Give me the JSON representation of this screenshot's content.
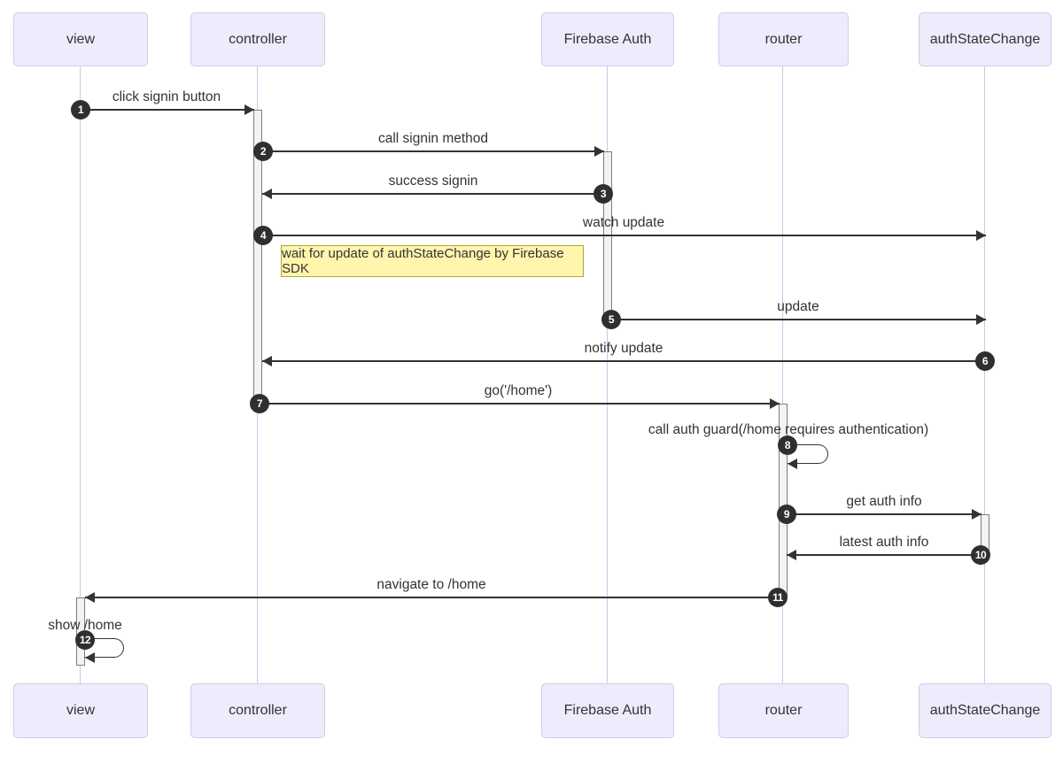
{
  "diagram_type": "sequence-diagram",
  "participants": [
    {
      "name": "view"
    },
    {
      "name": "controller"
    },
    {
      "name": "Firebase Auth"
    },
    {
      "name": "router"
    },
    {
      "name": "authStateChange"
    }
  ],
  "messages": [
    {
      "num": "1",
      "label": "click signin button",
      "from": "view",
      "to": "controller",
      "self": false
    },
    {
      "num": "2",
      "label": "call signin method",
      "from": "controller",
      "to": "Firebase Auth",
      "self": false
    },
    {
      "num": "3",
      "label": "success signin",
      "from": "Firebase Auth",
      "to": "controller",
      "self": false
    },
    {
      "num": "4",
      "label": "watch update",
      "from": "controller",
      "to": "authStateChange",
      "self": false
    },
    {
      "num": "5",
      "label": "update",
      "from": "Firebase Auth",
      "to": "authStateChange",
      "self": false
    },
    {
      "num": "6",
      "label": "notify update",
      "from": "authStateChange",
      "to": "controller",
      "self": false
    },
    {
      "num": "7",
      "label": "go('/home')",
      "from": "controller",
      "to": "router",
      "self": false
    },
    {
      "num": "8",
      "label": "call auth guard(/home requires authentication)",
      "from": "router",
      "to": "router",
      "self": true
    },
    {
      "num": "9",
      "label": "get auth info",
      "from": "router",
      "to": "authStateChange",
      "self": false
    },
    {
      "num": "10",
      "label": "latest auth info",
      "from": "authStateChange",
      "to": "router",
      "self": false
    },
    {
      "num": "11",
      "label": "navigate to /home",
      "from": "router",
      "to": "view",
      "self": false
    },
    {
      "num": "12",
      "label": "show /home",
      "from": "view",
      "to": "view",
      "self": true
    }
  ],
  "note": {
    "label": "wait for update of authStateChange by Firebase SDK"
  },
  "colors": {
    "actor_fill": "#ECECFD",
    "actor_border": "#CDCDE9",
    "lifeline": "#C9C9E8",
    "activation_fill": "#F3F3F3",
    "activation_border": "#7D7D7D",
    "message_line": "#333333",
    "note_fill": "#FFF5AD",
    "note_border": "#AAAA33",
    "badge_fill": "#2F2F2F",
    "badge_text": "#FFFFFF",
    "text": "#333333"
  }
}
